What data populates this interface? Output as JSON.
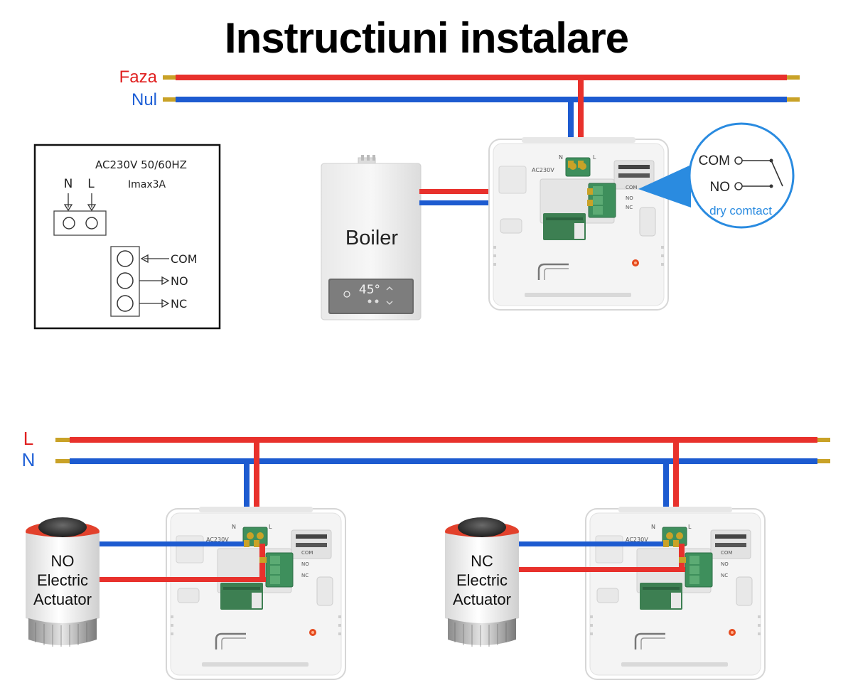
{
  "title": "Instructiuni instalare",
  "colors": {
    "phase": "#e02020",
    "neutral": "#1e5fd6",
    "wire_red": "#e8312c",
    "wire_blue": "#1d5bd0",
    "terminal_green": "#2e8b57",
    "callout_blue": "#2a8be0",
    "copper": "#c9a227"
  },
  "top_lines": {
    "phase_label": "Faza",
    "neutral_label": "Nul"
  },
  "schematic": {
    "rating": "AC230V 50/60HZ",
    "current": "Imax3A",
    "n_label": "N",
    "l_label": "L",
    "com_label": "COM",
    "no_label": "NO",
    "nc_label": "NC"
  },
  "boiler": {
    "label": "Boiler",
    "display_temp": "45°"
  },
  "thermostat": {
    "voltage": "AC230V",
    "n": "N",
    "l": "L",
    "com": "COM",
    "no": "NO",
    "nc": "NC"
  },
  "callout": {
    "com": "COM",
    "no": "NO",
    "caption": "dry comtact"
  },
  "bottom_lines": {
    "l_label": "L",
    "n_label": "N"
  },
  "actuators": [
    {
      "line1": "NO",
      "line2": "Electric",
      "line3": "Actuator"
    },
    {
      "line1": "NC",
      "line2": "Electric",
      "line3": "Actuator"
    }
  ]
}
